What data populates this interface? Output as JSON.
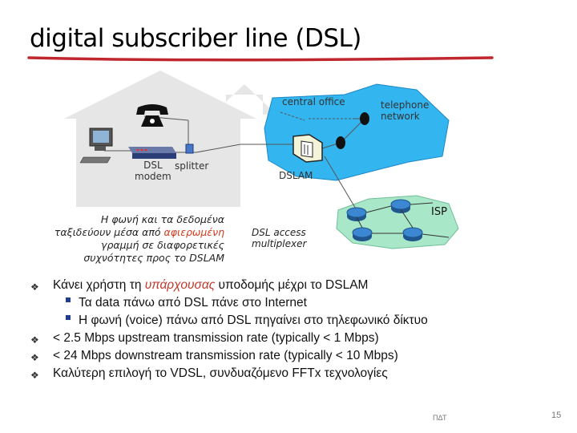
{
  "title": "digital subscriber line (DSL)",
  "labels": {
    "central_office": "central office",
    "telephone_network": "telephone\nnetwork",
    "dsl_modem": "DSL\nmodem",
    "splitter": "splitter",
    "dslam": "DSLAM",
    "isp": "ISP",
    "dsl_access_multiplexer": "DSL access\nmultiplexer"
  },
  "caption": {
    "line1": "Η φωνή και τα δεδομένα",
    "line2_pre": "ταξιδεύουν μέσα από ",
    "line2_hl": "αφιερωμένη",
    "line3": "γραμμή σε διαφορετικές",
    "line4": "συχνότητες προς το DSLAM"
  },
  "bullets": {
    "b1_pre": "Κάνει χρήστη τη ",
    "b1_it": "υπάρχουσας",
    "b1_post": " υποδομής μέχρι το DSLAM",
    "s1": "Τα data πάνω από DSL πάνε στο Internet",
    "s2": "Η φωνή (voice) πάνω από DSL πηγαίνει στο τηλεφωνικό δίκτυο",
    "b2": "< 2.5 Mbps upstream transmission rate (typically < 1 Mbps)",
    "b3": "< 24 Mbps downstream transmission rate (typically < 10 Mbps)",
    "b4": "Καλύτερη επιλογή το VDSL, συνδυαζόμενο FFTx τεχνολογίες",
    "marker": "❖"
  },
  "footer": "ΠΔΤ",
  "page_number": "15",
  "colors": {
    "title_underline": "#c0262d",
    "cloud_fill": "#33b5f0",
    "isp_cloud_fill": "#a9e7c9",
    "house_fill": "#e6e6e6",
    "highlight": "#d23a1a"
  }
}
